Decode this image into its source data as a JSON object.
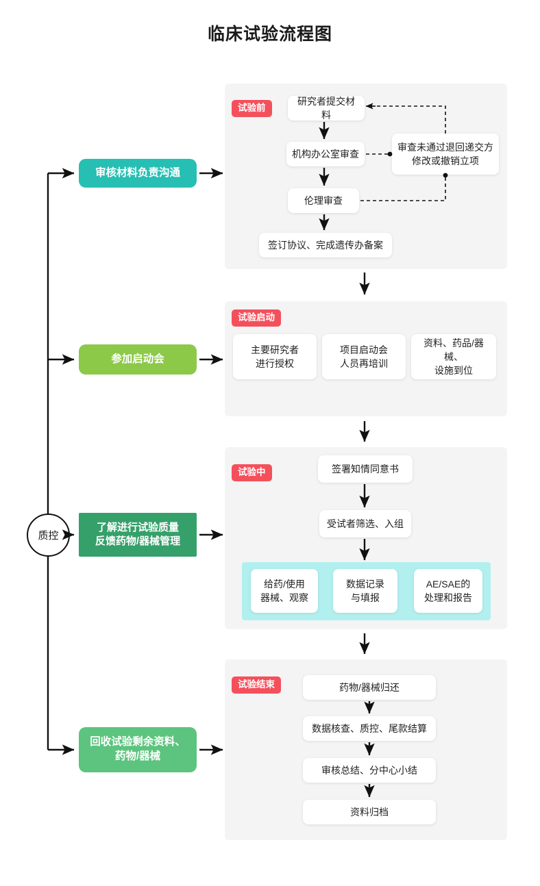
{
  "page": {
    "title": "临床试验流程图",
    "background": "#ffffff"
  },
  "colors": {
    "panel_bg": "#f4f4f5",
    "stage_tag": "#f4505c",
    "badge_teal": "#27bfb3",
    "badge_light_green": "#8cc949",
    "badge_dark_green": "#36a06a",
    "badge_green": "#5cc47e",
    "cyan_band": "#b2f0f0",
    "box_bg": "#ffffff",
    "line": "#111111"
  },
  "quality_control": {
    "label": "质控"
  },
  "left_track": {
    "items": [
      {
        "label": "审核材料负责沟通",
        "color": "#27bfb3",
        "shape": "rounded"
      },
      {
        "label": "参加启动会",
        "color": "#8cc949",
        "shape": "rounded"
      },
      {
        "label": "了解进行试验质量\n反馈药物/器械管理",
        "color": "#36a06a",
        "shape": "square"
      },
      {
        "label": "回收试验剩余资料、\n药物/器械",
        "color": "#5cc47e",
        "shape": "rounded"
      }
    ]
  },
  "stages": [
    {
      "tag": "试验前",
      "boxes": [
        {
          "label": "研究者提交材料"
        },
        {
          "label": "机构办公室审查"
        },
        {
          "label": "伦理审查"
        },
        {
          "label": "签订协议、完成遗传办备案"
        },
        {
          "label": "审查未通过退回递交方\n修改或撤销立项"
        }
      ]
    },
    {
      "tag": "试验启动",
      "boxes": [
        {
          "label": "主要研究者\n进行授权"
        },
        {
          "label": "项目启动会\n人员再培训"
        },
        {
          "label": "资料、药品/器械、\n设施到位"
        }
      ]
    },
    {
      "tag": "试验中",
      "boxes": [
        {
          "label": "签署知情同意书"
        },
        {
          "label": "受试者筛选、入组"
        },
        {
          "label": "给药/使用\n器械、观察"
        },
        {
          "label": "数据记录\n与填报"
        },
        {
          "label": "AE/SAE的\n处理和报告"
        }
      ]
    },
    {
      "tag": "试验结束",
      "boxes": [
        {
          "label": "药物/器械归还"
        },
        {
          "label": "数据核查、质控、尾款结算"
        },
        {
          "label": "审核总结、分中心小结"
        },
        {
          "label": "资料归档"
        }
      ]
    }
  ]
}
